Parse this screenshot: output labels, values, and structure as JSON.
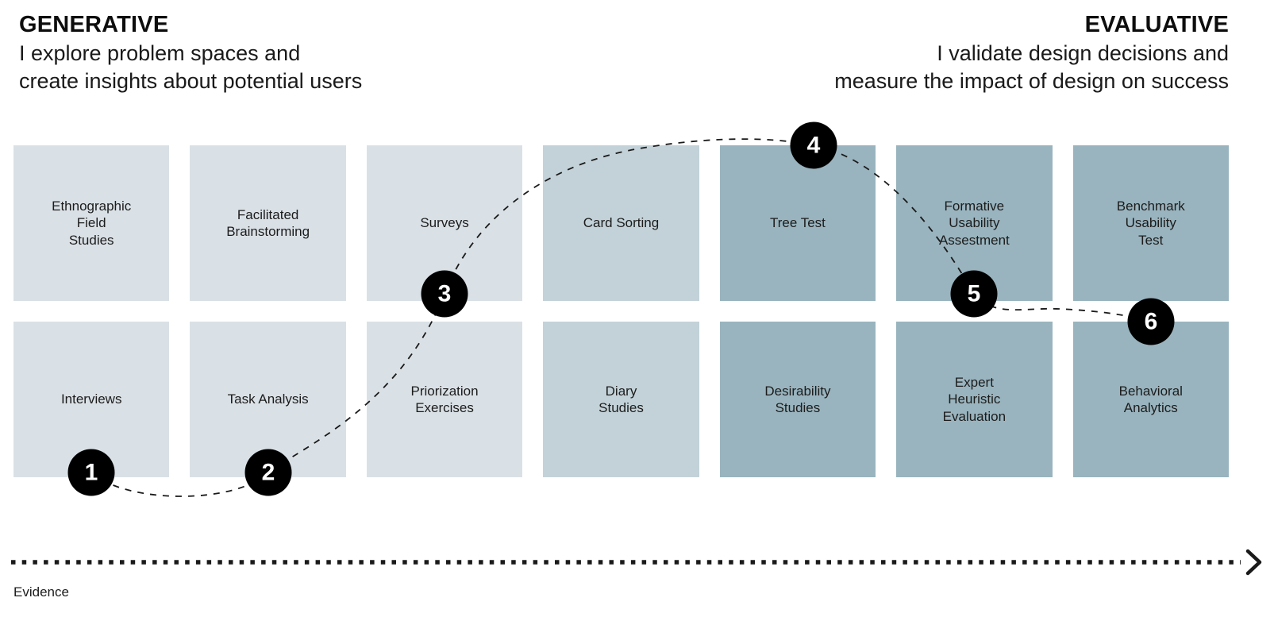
{
  "header": {
    "generative": {
      "title": "GENERATIVE",
      "subtitle": "I explore problem spaces and\ncreate insights about potential users"
    },
    "evaluative": {
      "title": "EVALUATIVE",
      "subtitle": "I validate design decisions and\nmeasure the impact of design on success"
    }
  },
  "matrix": {
    "rows": [
      {
        "cells": [
          {
            "label": "Ethnographic\nField\nStudies",
            "color": "#dae1e6"
          },
          {
            "label": "Facilitated\nBrainstorming",
            "color": "#dae1e6"
          },
          {
            "label": "Surveys",
            "color": "#dae1e6"
          },
          {
            "label": "Card Sorting",
            "color": "#c3d2d8"
          },
          {
            "label": "Tree Test",
            "color": "#99b4be"
          },
          {
            "label": "Formative\nUsability\nAssestment",
            "color": "#99b4be"
          },
          {
            "label": "Benchmark\nUsability\nTest",
            "color": "#99b4be"
          }
        ]
      },
      {
        "cells": [
          {
            "label": "Interviews",
            "color": "#dae1e6"
          },
          {
            "label": "Task Analysis",
            "color": "#dae1e6"
          },
          {
            "label": "Priorization\nExercises",
            "color": "#dae1e6"
          },
          {
            "label": "Diary\nStudies",
            "color": "#c3d2d8"
          },
          {
            "label": "Desirability\nStudies",
            "color": "#99b4be"
          },
          {
            "label": "Expert\nHeuristic\nEvaluation",
            "color": "#99b4be"
          },
          {
            "label": "Behavioral\nAnalytics",
            "color": "#99b4be"
          }
        ]
      }
    ]
  },
  "journey": {
    "steps": [
      "1",
      "2",
      "3",
      "4",
      "5",
      "6"
    ]
  },
  "axis": {
    "label": "Evidence"
  },
  "colors": {
    "generative_light": "#dae1e6",
    "mid_tone": "#c3d2d8",
    "evaluative_dark": "#99b4be",
    "step_circle": "#000000",
    "step_number": "#ffffff",
    "line": "#1a1a1a"
  }
}
